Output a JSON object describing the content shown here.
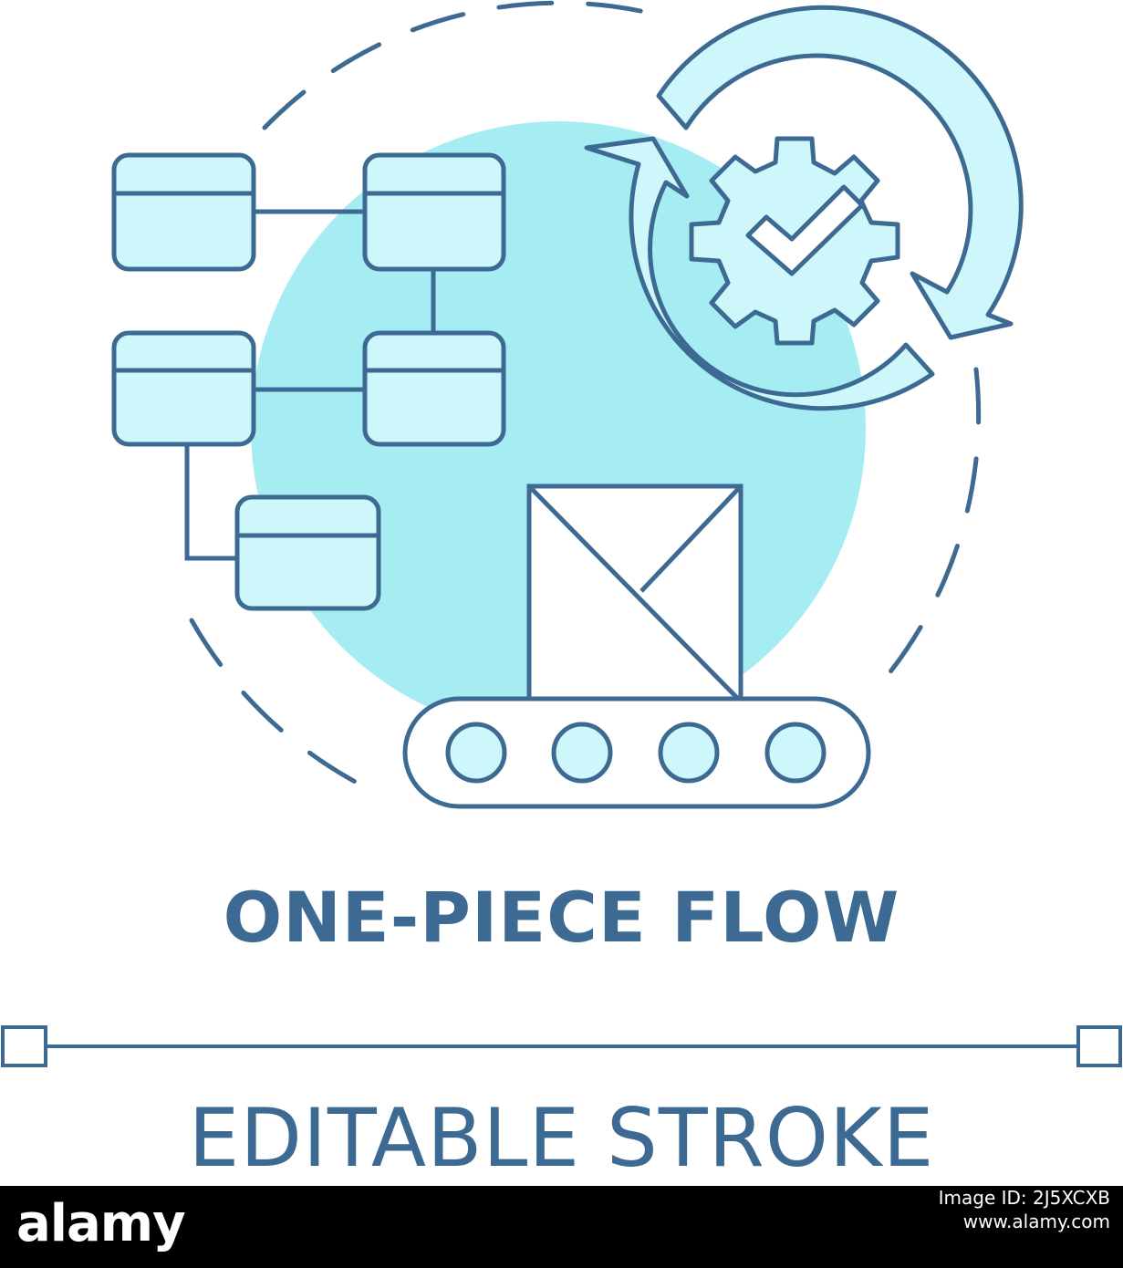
{
  "title": "ONE-PIECE FLOW",
  "subtitle": "EDITABLE STROKE",
  "colors": {
    "stroke": "#3d6a92",
    "fill_light": "#cdf7fb",
    "circle_bg": "#a6ecf3",
    "text": "#3d6a92",
    "footer_bg": "#000000"
  },
  "icons": [
    "flowchart-icon",
    "gear-check-icon",
    "cycle-arrows-icon",
    "box-icon",
    "conveyor-icon"
  ],
  "footer": {
    "brand": "alamy",
    "image_id_label": "Image ID: 2J5XCXB",
    "site": "www.alamy.com"
  }
}
